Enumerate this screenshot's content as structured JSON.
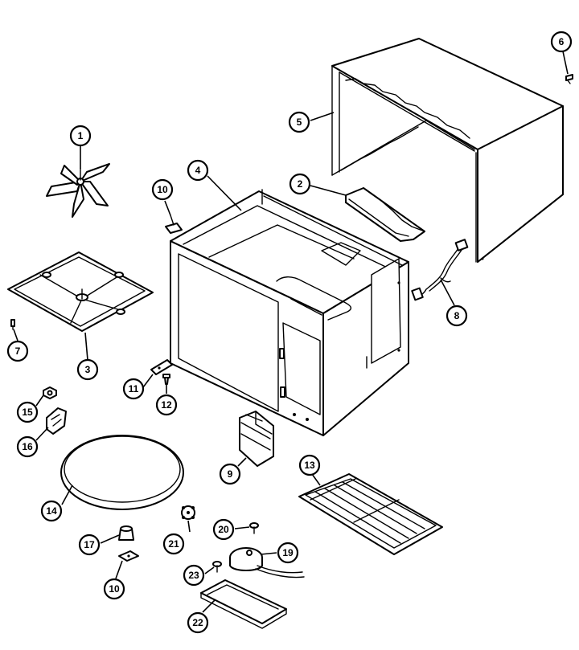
{
  "diagram": {
    "callouts": [
      {
        "id": "c1",
        "label": "1"
      },
      {
        "id": "c2",
        "label": "2"
      },
      {
        "id": "c3",
        "label": "3"
      },
      {
        "id": "c4",
        "label": "4"
      },
      {
        "id": "c5",
        "label": "5"
      },
      {
        "id": "c6",
        "label": "6"
      },
      {
        "id": "c7",
        "label": "7"
      },
      {
        "id": "c8",
        "label": "8"
      },
      {
        "id": "c9",
        "label": "9"
      },
      {
        "id": "c10a",
        "label": "10"
      },
      {
        "id": "c10b",
        "label": "10"
      },
      {
        "id": "c11",
        "label": "11"
      },
      {
        "id": "c12",
        "label": "12"
      },
      {
        "id": "c13",
        "label": "13"
      },
      {
        "id": "c14",
        "label": "14"
      },
      {
        "id": "c15",
        "label": "15"
      },
      {
        "id": "c16",
        "label": "16"
      },
      {
        "id": "c17",
        "label": "17"
      },
      {
        "id": "c19",
        "label": "19"
      },
      {
        "id": "c20",
        "label": "20"
      },
      {
        "id": "c21",
        "label": "21"
      },
      {
        "id": "c22",
        "label": "22"
      },
      {
        "id": "c23",
        "label": "23"
      }
    ]
  }
}
